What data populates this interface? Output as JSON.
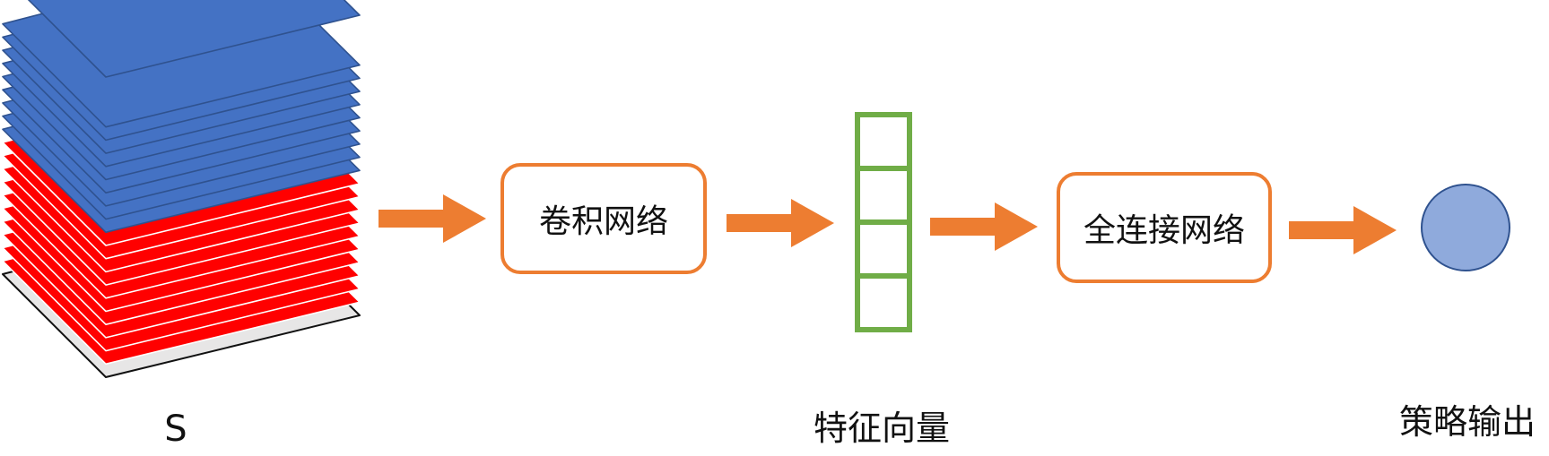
{
  "nodes": {
    "input_label": "S",
    "conv_label": "卷积网络",
    "feature_label": "特征向量",
    "fc_label": "全连接网络",
    "output_label": "策略输出"
  },
  "colors": {
    "arrow": "#ED7D31",
    "box_border": "#ED7D31",
    "feature_cells": "#70AD47",
    "blue_layer": "#4472C4",
    "blue_edge": "#2F528F",
    "red_layer": "#FF0000",
    "gray_layer": "#E7E6E6",
    "output_circle": "#8FAADC",
    "output_circle_edge": "#2F528F"
  },
  "stack": {
    "blue_layers": 10,
    "red_layers": 10,
    "gray_layers": 1
  },
  "feature_vector": {
    "cells": 4
  }
}
